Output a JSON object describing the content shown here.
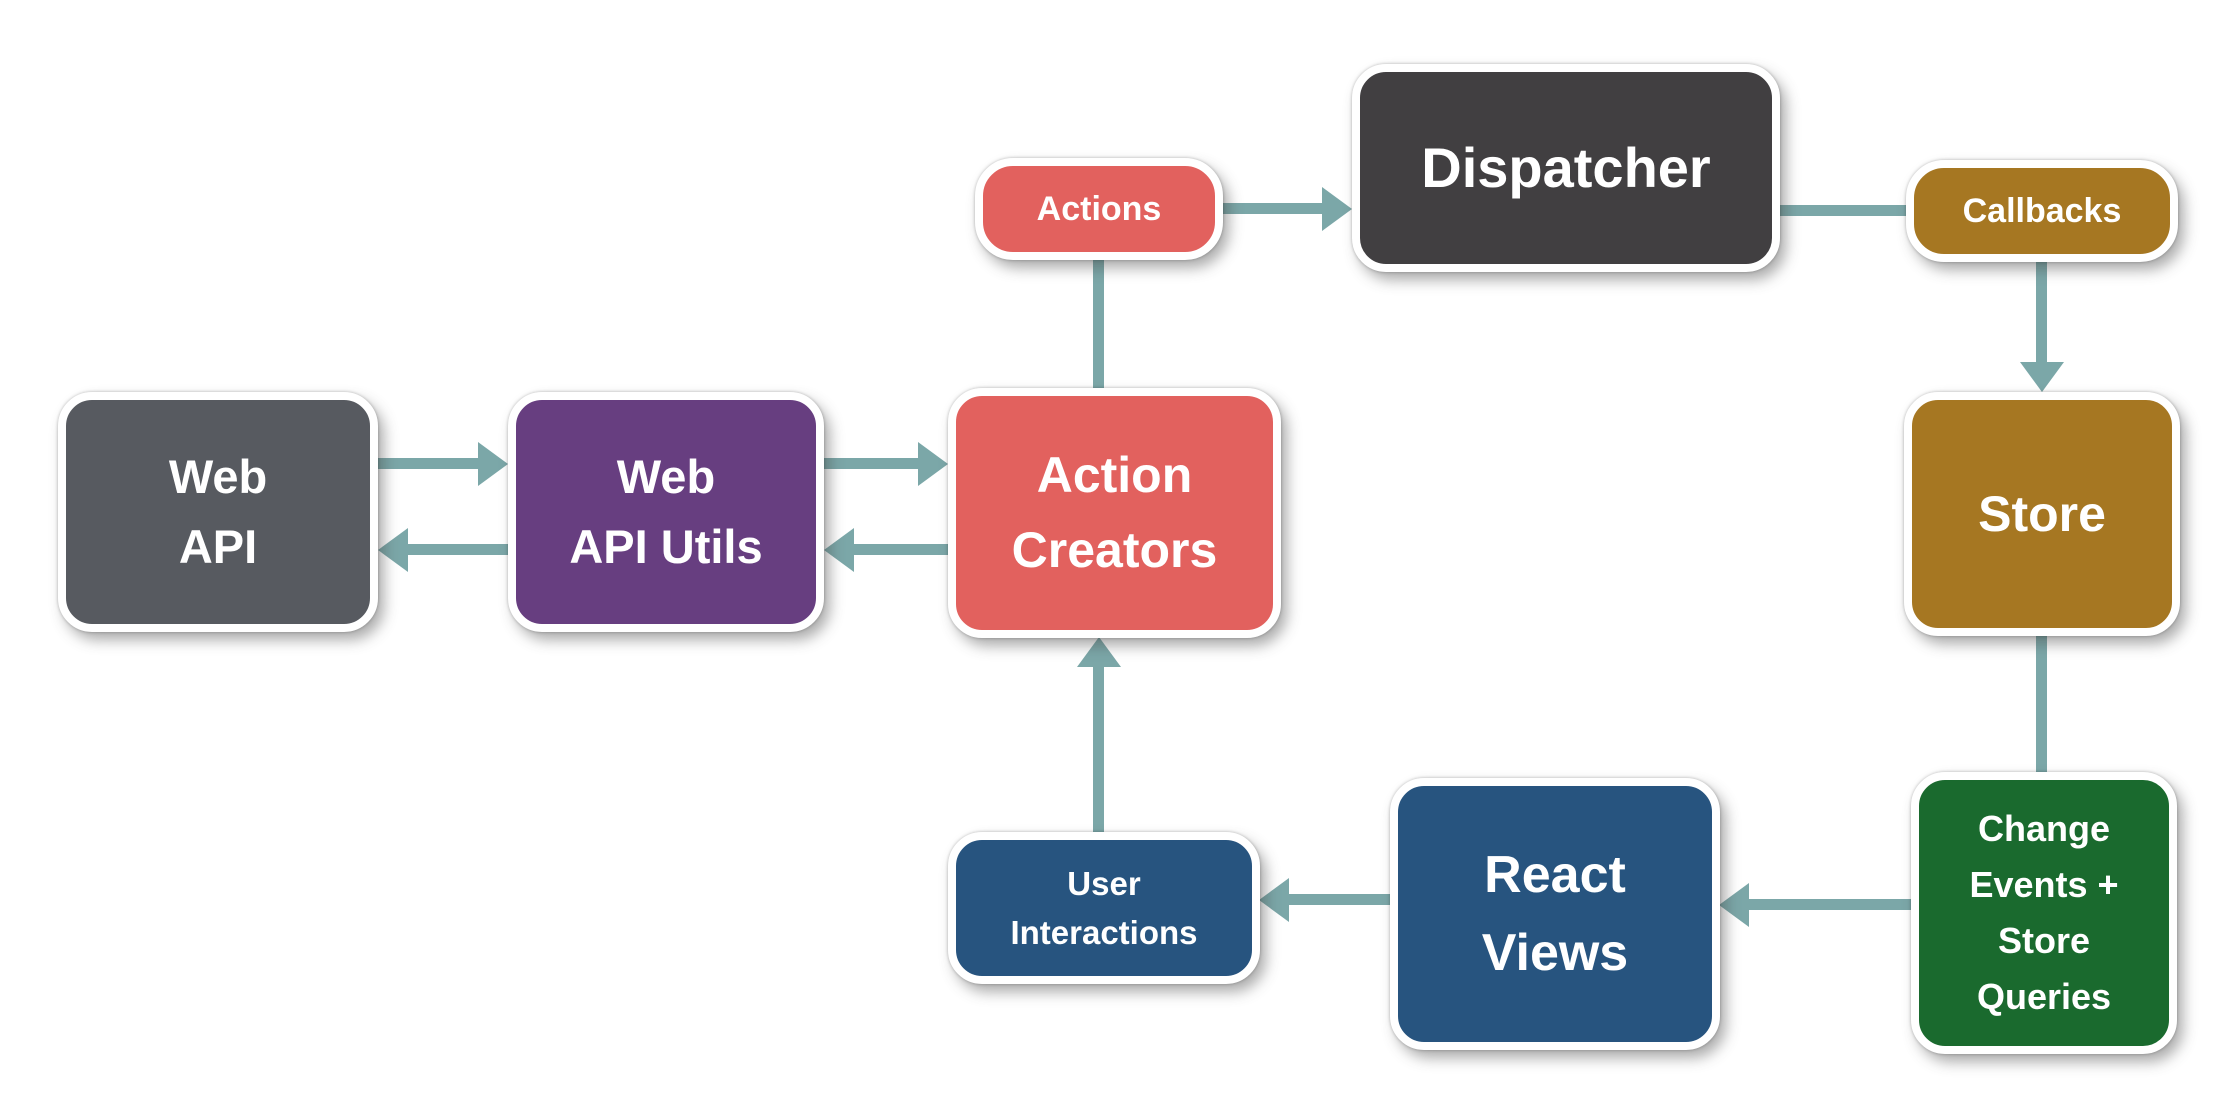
{
  "colors": {
    "background": "#ffffff",
    "salmon": "#e2615e",
    "charcoal": "#413f41",
    "gray": "#575a60",
    "purple": "#673e80",
    "gold": "#a67722",
    "green": "#1a6a2e",
    "blue": "#27547f",
    "arrow": "#7ba7a8",
    "text": "#ffffff"
  },
  "nodes": {
    "web_api": {
      "label": "Web API",
      "lines": [
        "Web",
        "API"
      ]
    },
    "web_api_utils": {
      "label": "Web API Utils",
      "lines": [
        "Web",
        "API Utils"
      ]
    },
    "action_creators": {
      "label": "Action Creators",
      "lines": [
        "Action",
        "Creators"
      ]
    },
    "actions": {
      "label": "Actions",
      "lines": [
        "Actions"
      ]
    },
    "dispatcher": {
      "label": "Dispatcher",
      "lines": [
        "Dispatcher"
      ]
    },
    "callbacks": {
      "label": "Callbacks",
      "lines": [
        "Callbacks"
      ]
    },
    "store": {
      "label": "Store",
      "lines": [
        "Store"
      ]
    },
    "change_events": {
      "label": "Change Events + Store Queries",
      "lines": [
        "Change",
        "Events +",
        "Store",
        "Queries"
      ]
    },
    "react_views": {
      "label": "React Views",
      "lines": [
        "React",
        "Views"
      ]
    },
    "user_interactions": {
      "label": "User Interactions",
      "lines": [
        "User",
        "Interactions"
      ]
    }
  },
  "connections": [
    {
      "from": "Web API",
      "to": "Web API Utils",
      "arrowhead": true
    },
    {
      "from": "Web API Utils",
      "to": "Web API",
      "arrowhead": true
    },
    {
      "from": "Web API Utils",
      "to": "Action Creators",
      "arrowhead": true
    },
    {
      "from": "Action Creators",
      "to": "Web API Utils",
      "arrowhead": true
    },
    {
      "from": "Action Creators",
      "to": "Actions",
      "arrowhead": false
    },
    {
      "from": "Actions",
      "to": "Dispatcher",
      "arrowhead": true
    },
    {
      "from": "Dispatcher",
      "to": "Callbacks",
      "arrowhead": false
    },
    {
      "from": "Callbacks",
      "to": "Store",
      "arrowhead": true
    },
    {
      "from": "Store",
      "to": "Change Events + Store Queries",
      "arrowhead": false
    },
    {
      "from": "Change Events + Store Queries",
      "to": "React Views",
      "arrowhead": true
    },
    {
      "from": "React Views",
      "to": "User Interactions",
      "arrowhead": true
    },
    {
      "from": "User Interactions",
      "to": "Action Creators",
      "arrowhead": true
    }
  ]
}
